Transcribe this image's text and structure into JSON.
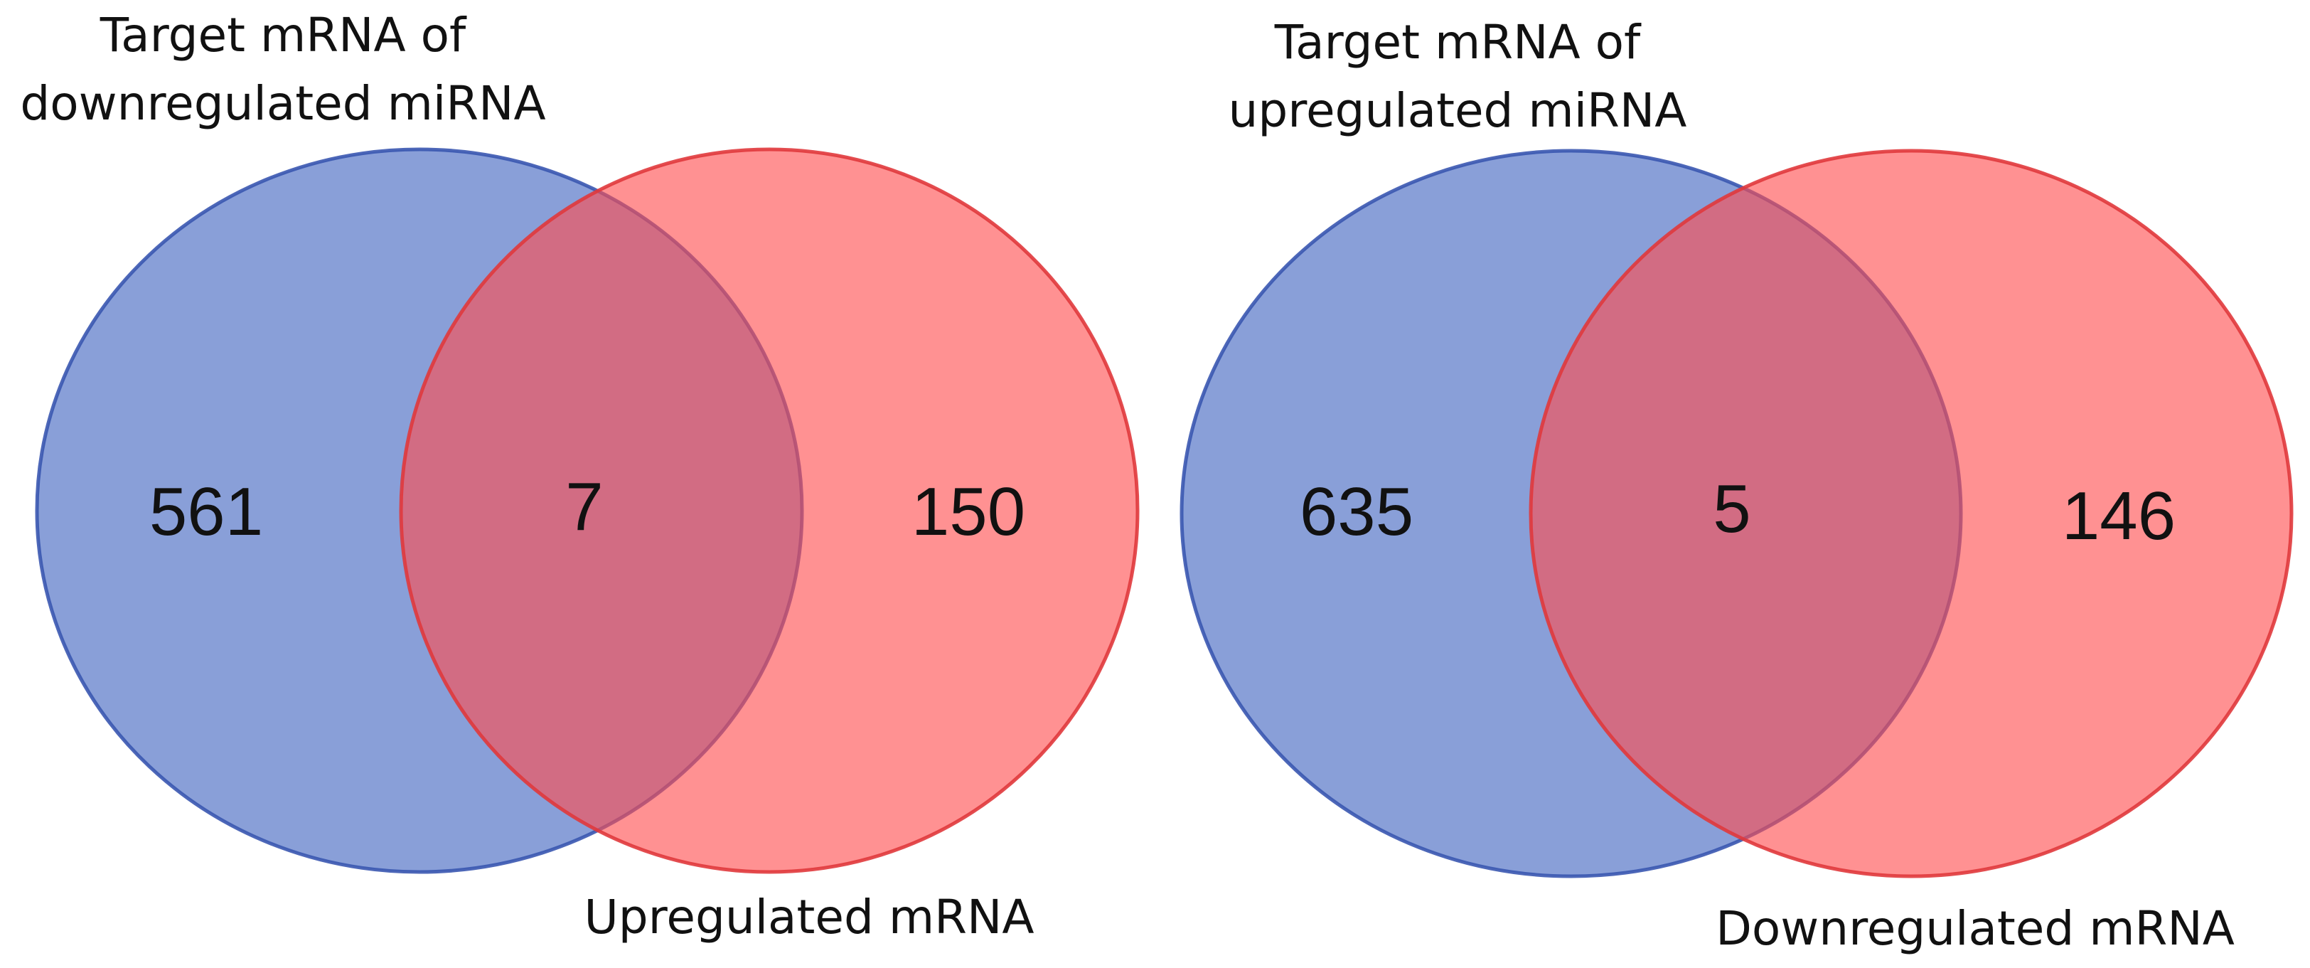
{
  "colors": {
    "set_a_fill": "#4a6cc3",
    "set_a_stroke": "#3a56b0",
    "set_b_fill": "#ff4d4f",
    "set_b_stroke": "#e0383c"
  },
  "venn_left": {
    "set_a": {
      "label_line1": "Target mRNA of",
      "label_line2": "downregulated miRNA"
    },
    "set_b": {
      "label": "Upregulated mRNA"
    },
    "only_a": "561",
    "intersection": "7",
    "only_b": "150"
  },
  "venn_right": {
    "set_a": {
      "label_line1": "Target mRNA of",
      "label_line2": "upregulated miRNA"
    },
    "set_b": {
      "label": "Downregulated mRNA"
    },
    "only_a": "635",
    "intersection": "5",
    "only_b": "146"
  }
}
